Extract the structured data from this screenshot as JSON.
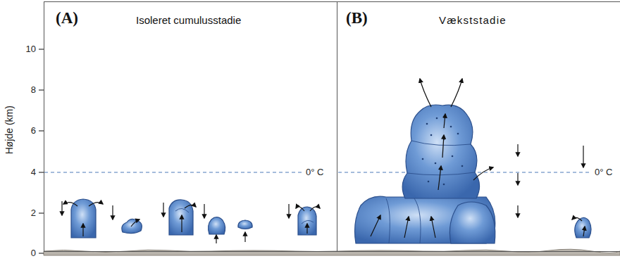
{
  "diagram": {
    "nodes": [
      {
        "text": [
          "(A)",
          "Isoleret cumulusstadie"
        ]
      },
      {
        "text": [
          "(B)",
          "Vækststadie"
        ]
      }
    ],
    "labels": [
      "Højde (km)",
      "10",
      "8",
      "6",
      "4",
      "2",
      "0",
      "0° C",
      "0° C"
    ]
  }
}
